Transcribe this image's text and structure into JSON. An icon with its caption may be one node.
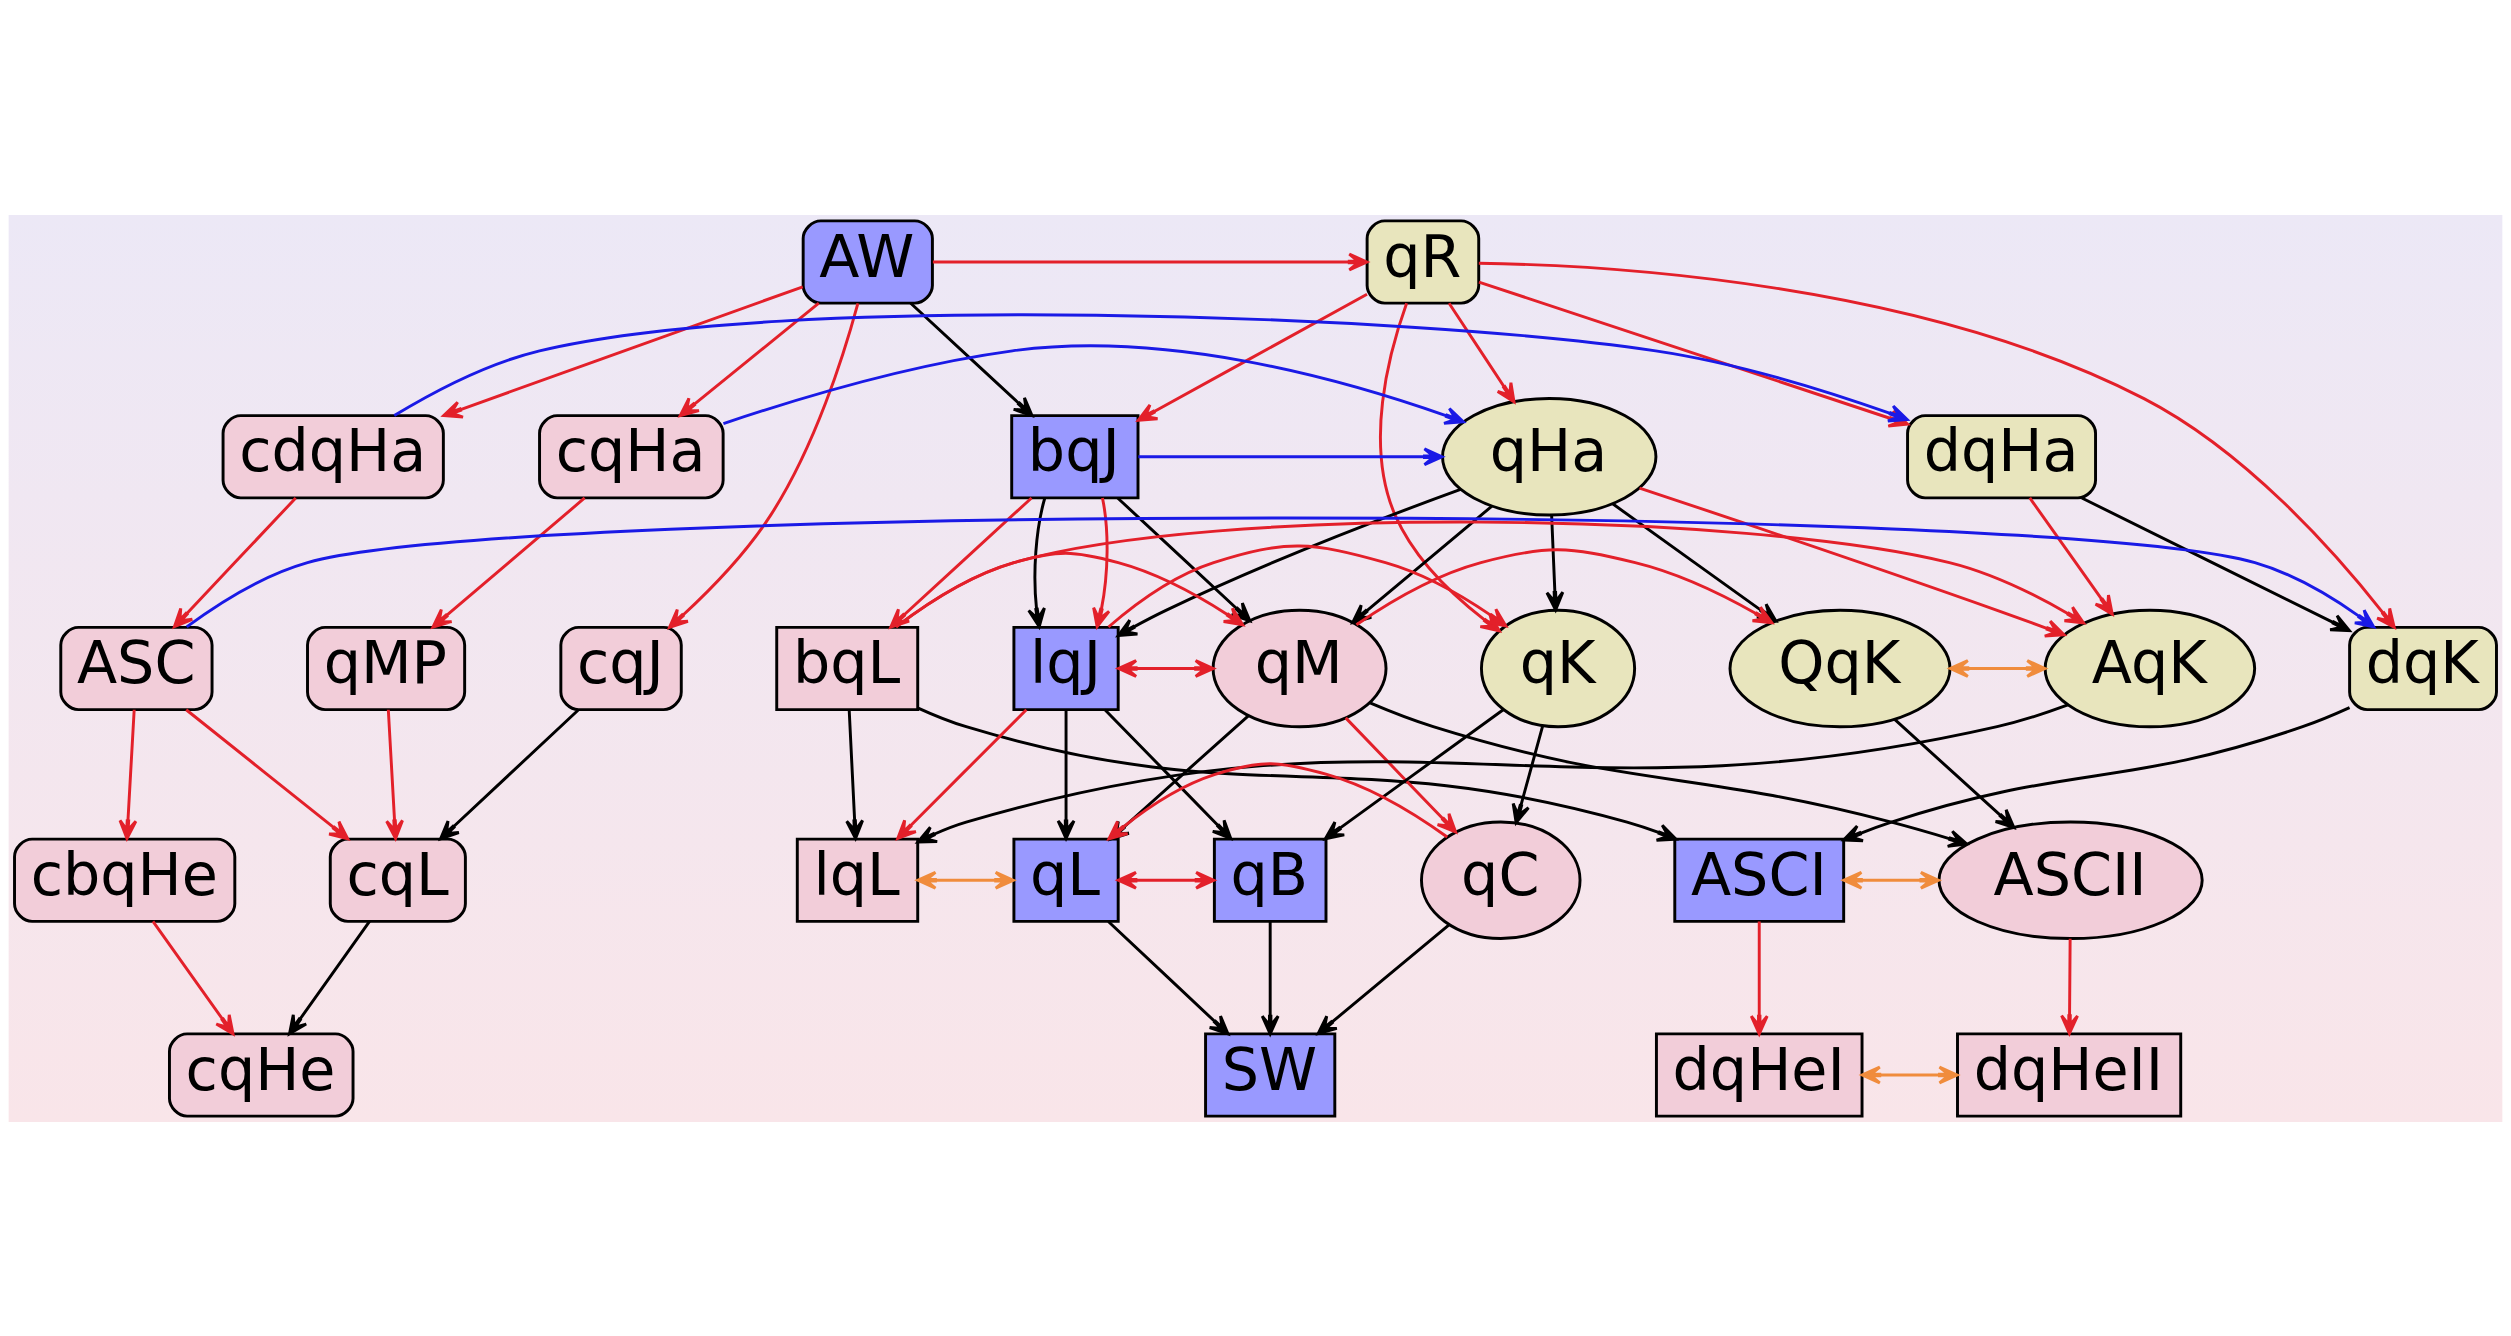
{
  "diagram": {
    "nodes": [
      {
        "text": [
          "AW"
        ]
      },
      {
        "text": [
          "qR"
        ]
      },
      {
        "text": [
          "cdqHa"
        ]
      },
      {
        "text": [
          "cqHa"
        ]
      },
      {
        "text": [
          "bqJ"
        ]
      },
      {
        "text": [
          "qHa"
        ]
      },
      {
        "text": [
          "dqHa"
        ]
      },
      {
        "text": [
          "ASC"
        ]
      },
      {
        "text": [
          "qMP"
        ]
      },
      {
        "text": [
          "cqJ"
        ]
      },
      {
        "text": [
          "bqL"
        ]
      },
      {
        "text": [
          "lqJ"
        ]
      },
      {
        "text": [
          "qM"
        ]
      },
      {
        "text": [
          "qK"
        ]
      },
      {
        "text": [
          "QqK"
        ]
      },
      {
        "text": [
          "AqK"
        ]
      },
      {
        "text": [
          "dqK"
        ]
      },
      {
        "text": [
          "cbqHe"
        ]
      },
      {
        "text": [
          "cqL"
        ]
      },
      {
        "text": [
          "lqL"
        ]
      },
      {
        "text": [
          "qL"
        ]
      },
      {
        "text": [
          "qB"
        ]
      },
      {
        "text": [
          "qC"
        ]
      },
      {
        "text": [
          "ASCI"
        ]
      },
      {
        "text": [
          "ASCII"
        ]
      },
      {
        "text": [
          "cqHe"
        ]
      },
      {
        "text": [
          "SW"
        ]
      },
      {
        "text": [
          "dqHeI"
        ]
      },
      {
        "text": [
          "dqHeII"
        ]
      }
    ],
    "edges": [
      {
        "from": 0,
        "to": 1,
        "arrow": "to"
      },
      {
        "from": 0,
        "to": 2,
        "arrow": "to"
      },
      {
        "from": 0,
        "to": 3,
        "arrow": "to"
      },
      {
        "from": 0,
        "to": 9,
        "arrow": "to"
      },
      {
        "from": 0,
        "to": 4,
        "arrow": "to",
        "color": "#000000"
      },
      {
        "from": 1,
        "to": 4,
        "arrow": "to"
      },
      {
        "from": 1,
        "to": 13,
        "arrow": "to"
      },
      {
        "from": 1,
        "to": 5,
        "arrow": "to"
      },
      {
        "from": 1,
        "to": 6,
        "arrow": "to"
      },
      {
        "from": 1,
        "to": 16,
        "arrow": "to"
      },
      {
        "from": 2,
        "to": 6,
        "arrow": "to",
        "color": "#1a1ae6"
      },
      {
        "from": 3,
        "to": 5,
        "arrow": "to",
        "color": "#1a1ae6"
      },
      {
        "from": 4,
        "to": 5,
        "arrow": "to",
        "color": "#1a1ae6"
      },
      {
        "from": 7,
        "to": 16,
        "arrow": "to",
        "color": "#1a1ae6"
      },
      {
        "from": 2,
        "to": 7,
        "arrow": "to"
      },
      {
        "from": 3,
        "to": 8,
        "arrow": "to"
      },
      {
        "from": 4,
        "to": 10,
        "arrow": "to"
      },
      {
        "from": 4,
        "to": 11,
        "arrow": "to",
        "color": "#000000"
      },
      {
        "from": 4,
        "to": 11,
        "arrow": "to"
      },
      {
        "from": 4,
        "to": 12,
        "arrow": "to",
        "color": "#000000"
      },
      {
        "from": 5,
        "to": 11,
        "arrow": "to",
        "color": "#000000"
      },
      {
        "from": 5,
        "to": 12,
        "arrow": "to",
        "color": "#000000"
      },
      {
        "from": 5,
        "to": 13,
        "arrow": "to",
        "color": "#000000"
      },
      {
        "from": 5,
        "to": 14,
        "arrow": "to",
        "color": "#000000"
      },
      {
        "from": 5,
        "to": 15,
        "arrow": "to"
      },
      {
        "from": 6,
        "to": 15,
        "arrow": "to"
      },
      {
        "from": 6,
        "to": 16,
        "arrow": "to",
        "color": "#000000"
      },
      {
        "from": 10,
        "to": 12,
        "arrow": "to"
      },
      {
        "from": 10,
        "to": 15,
        "arrow": "to"
      },
      {
        "from": 11,
        "to": 13,
        "arrow": "to"
      },
      {
        "from": 12,
        "to": 14,
        "arrow": "to"
      },
      {
        "from": 11,
        "to": 12,
        "arrow": "both"
      },
      {
        "from": 14,
        "to": 15,
        "arrow": "both",
        "color": "#f08c3c"
      },
      {
        "from": 7,
        "to": 17,
        "arrow": "to"
      },
      {
        "from": 7,
        "to": 18,
        "arrow": "to"
      },
      {
        "from": 8,
        "to": 18,
        "arrow": "to"
      },
      {
        "from": 9,
        "to": 18,
        "arrow": "to",
        "color": "#000000"
      },
      {
        "from": 10,
        "to": 19,
        "arrow": "to",
        "color": "#000000"
      },
      {
        "from": 10,
        "to": 23,
        "arrow": "to",
        "color": "#000000"
      },
      {
        "from": 11,
        "to": 19,
        "arrow": "to"
      },
      {
        "from": 11,
        "to": 20,
        "arrow": "to",
        "color": "#000000"
      },
      {
        "from": 11,
        "to": 21,
        "arrow": "to",
        "color": "#000000"
      },
      {
        "from": 12,
        "to": 20,
        "arrow": "to",
        "color": "#000000"
      },
      {
        "from": 12,
        "to": 22,
        "arrow": "to"
      },
      {
        "from": 12,
        "to": 24,
        "arrow": "to",
        "color": "#000000"
      },
      {
        "from": 13,
        "to": 21,
        "arrow": "to",
        "color": "#000000"
      },
      {
        "from": 13,
        "to": 22,
        "arrow": "to",
        "color": "#000000"
      },
      {
        "from": 15,
        "to": 19,
        "arrow": "to",
        "color": "#000000"
      },
      {
        "from": 14,
        "to": 24,
        "arrow": "to",
        "color": "#000000"
      },
      {
        "from": 16,
        "to": 23,
        "arrow": "to",
        "color": "#000000"
      },
      {
        "from": 22,
        "to": 20,
        "arrow": "to"
      },
      {
        "from": 19,
        "to": 20,
        "arrow": "both",
        "color": "#f08c3c"
      },
      {
        "from": 20,
        "to": 21,
        "arrow": "both"
      },
      {
        "from": 23,
        "to": 24,
        "arrow": "both",
        "color": "#f08c3c"
      },
      {
        "from": 17,
        "to": 25,
        "arrow": "to"
      },
      {
        "from": 18,
        "to": 25,
        "arrow": "to",
        "color": "#000000"
      },
      {
        "from": 20,
        "to": 26,
        "arrow": "to",
        "color": "#000000"
      },
      {
        "from": 21,
        "to": 26,
        "arrow": "to",
        "color": "#000000"
      },
      {
        "from": 22,
        "to": 26,
        "arrow": "to",
        "color": "#000000"
      },
      {
        "from": 23,
        "to": 27,
        "arrow": "to"
      },
      {
        "from": 24,
        "to": 28,
        "arrow": "to"
      },
      {
        "from": 27,
        "to": 28,
        "arrow": "both",
        "color": "#f08c3c"
      }
    ]
  }
}
